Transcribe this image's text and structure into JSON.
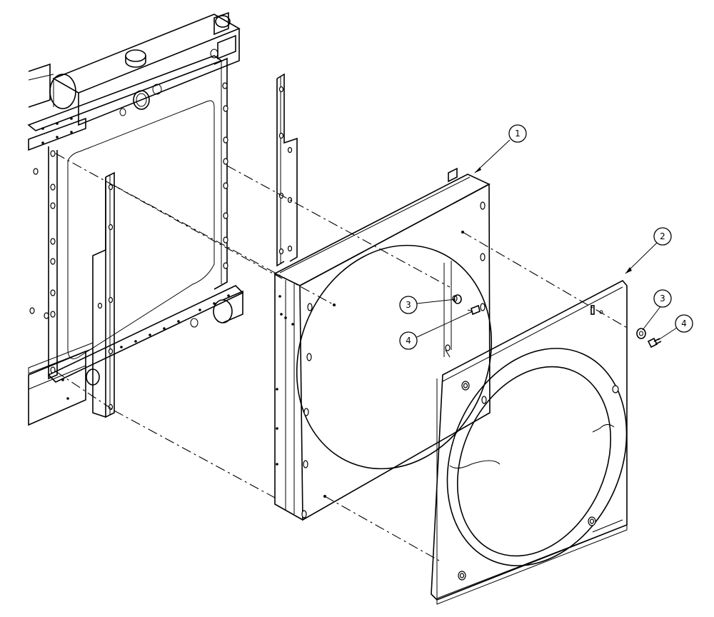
{
  "callouts": [
    {
      "id": "c1",
      "label": "1"
    },
    {
      "id": "c2",
      "label": "2"
    },
    {
      "id": "c3a",
      "label": "3"
    },
    {
      "id": "c4a",
      "label": "4"
    },
    {
      "id": "c3b",
      "label": "3"
    },
    {
      "id": "c4b",
      "label": "4"
    }
  ]
}
